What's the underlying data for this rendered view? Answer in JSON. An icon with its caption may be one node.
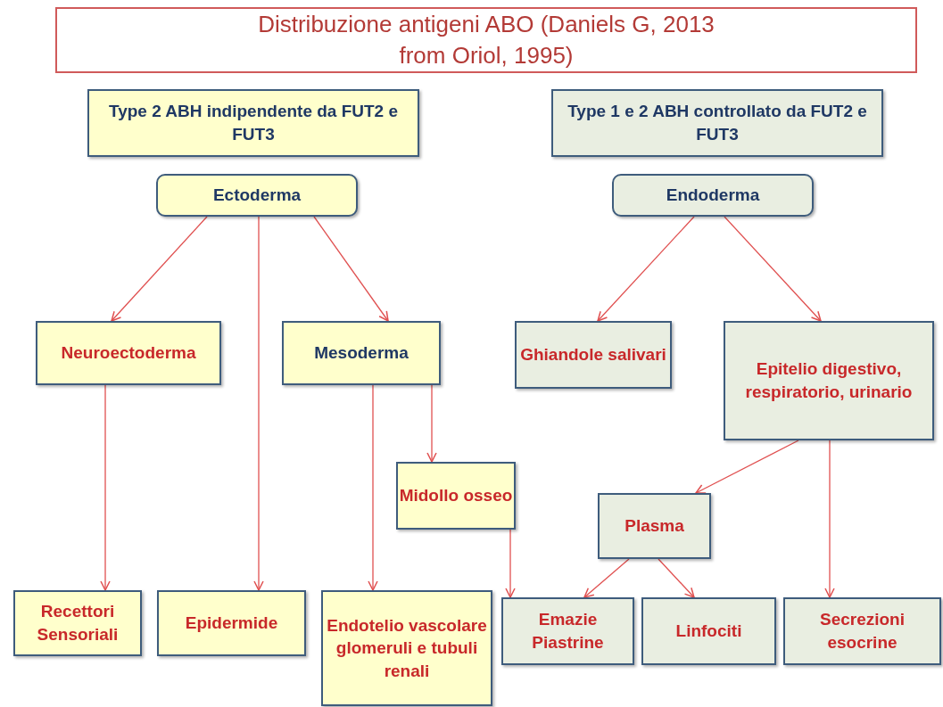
{
  "diagram": {
    "nodes": [
      {
        "text": [
          "Distribuzione antigeni ABO (Daniels G, 2013 from Oriol, 1995)"
        ]
      },
      {
        "text": [
          "Type 2 ABH indipendente da FUT2 e FUT3"
        ]
      },
      {
        "text": [
          "Type 1 e 2 ABH controllato da FUT2 e FUT3"
        ]
      },
      {
        "text": [
          "Ectoderma"
        ]
      },
      {
        "text": [
          "Endoderma"
        ]
      },
      {
        "text": [
          "Neuroectoderma"
        ]
      },
      {
        "text": [
          "Mesoderma"
        ]
      },
      {
        "text": [
          "Ghiandole salivari"
        ]
      },
      {
        "text": [
          "Epitelio digestivo, respiratorio, urinario"
        ]
      },
      {
        "text": [
          "Midollo osseo"
        ]
      },
      {
        "text": [
          "Plasma"
        ]
      },
      {
        "text": [
          "Recettori Sensoriali"
        ]
      },
      {
        "text": [
          "Epidermide"
        ]
      },
      {
        "text": [
          "Endotelio vascolare glomeruli e tubuli renali"
        ]
      },
      {
        "text": [
          "Emazie Piastrine"
        ]
      },
      {
        "text": [
          "Linfociti"
        ]
      },
      {
        "text": [
          "Secrezioni esocrine"
        ]
      }
    ],
    "edges": [
      {
        "from": 3,
        "to": 5,
        "arrow": "to"
      },
      {
        "from": 3,
        "to": 12,
        "arrow": "to"
      },
      {
        "from": 3,
        "to": 6,
        "arrow": "to"
      },
      {
        "from": 4,
        "to": 7,
        "arrow": "to"
      },
      {
        "from": 4,
        "to": 8,
        "arrow": "to"
      },
      {
        "from": 5,
        "to": 11,
        "arrow": "to"
      },
      {
        "from": 6,
        "to": 13,
        "arrow": "to"
      },
      {
        "from": 6,
        "to": 9,
        "arrow": "to"
      },
      {
        "from": 9,
        "to": 14,
        "arrow": "to"
      },
      {
        "from": 8,
        "to": 10,
        "arrow": "to"
      },
      {
        "from": 8,
        "to": 16,
        "arrow": "to"
      },
      {
        "from": 10,
        "to": 14,
        "arrow": "to"
      },
      {
        "from": 10,
        "to": 15,
        "arrow": "to"
      }
    ]
  }
}
